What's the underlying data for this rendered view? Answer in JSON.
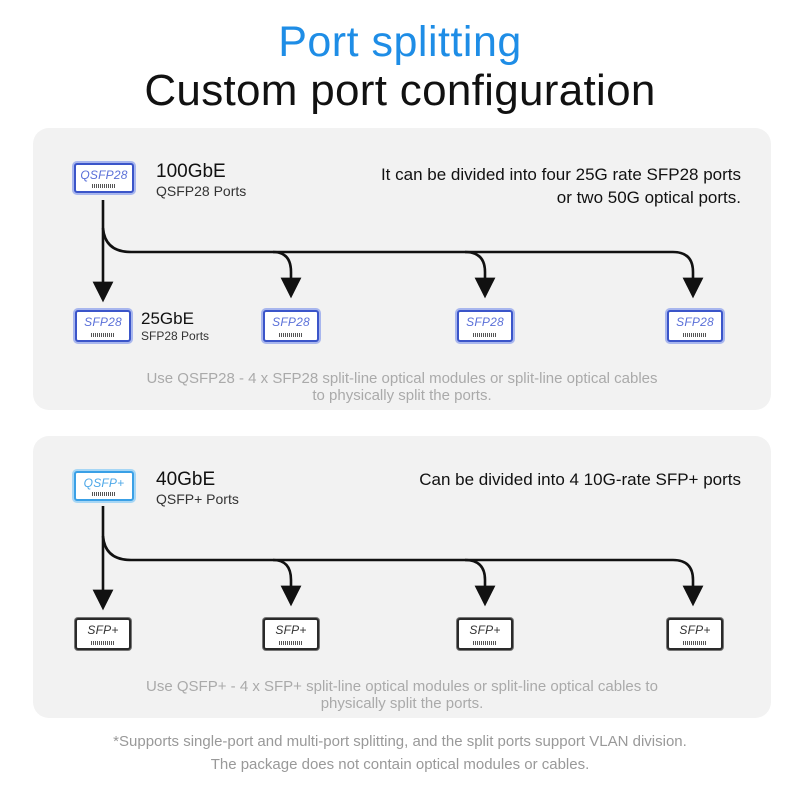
{
  "header": {
    "title": "Port splitting",
    "subtitle": "Custom port configuration"
  },
  "panel_a": {
    "source_port_label": "QSFP28",
    "source_speed": "100GbE",
    "source_type": "QSFP28 Ports",
    "description_line1": "It can be divided into four 25G rate SFP28 ports",
    "description_line2": "or two 50G optical ports.",
    "split_port_label": "SFP28",
    "split_speed": "25GbE",
    "split_type": "SFP28 Ports",
    "note_line1": "Use QSFP28 - 4 x SFP28 split-line optical modules or split-line optical cables",
    "note_line2": "to physically split the ports."
  },
  "panel_b": {
    "source_port_label": "QSFP+",
    "source_speed": "40GbE",
    "source_type": "QSFP+ Ports",
    "description_line1": "Can be divided into 4 10G-rate SFP+ ports",
    "split_port_label": "SFP+",
    "note_line1": "Use QSFP+ - 4 x SFP+ split-line optical modules or split-line optical cables to",
    "note_line2": "physically split the ports."
  },
  "footer": {
    "line1": "*Supports single-port and multi-port splitting, and the split ports support VLAN division.",
    "line2": "The package does not contain optical modules or cables."
  },
  "colors": {
    "title_blue": "#1e8de6",
    "port_blue": "#3b55c9",
    "port_cyan": "#3aa0e6",
    "panel_bg": "#f2f2f2"
  }
}
